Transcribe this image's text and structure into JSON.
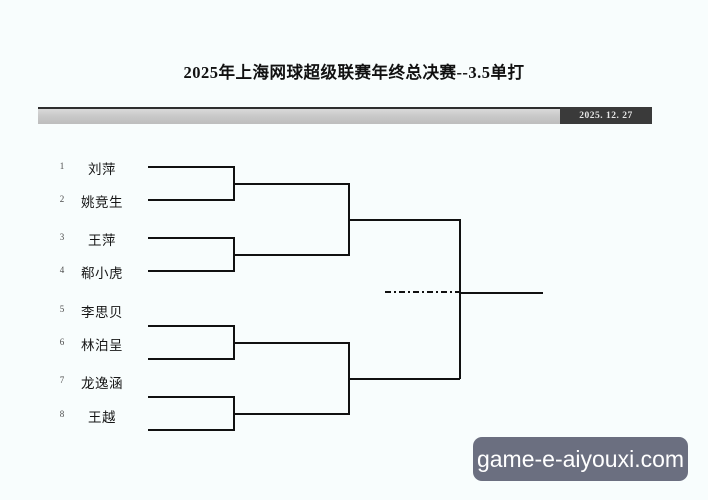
{
  "document": {
    "title": "2025年上海网球超级联赛年终总决赛--3.5单打",
    "date_badge": "2025. 12. 27"
  },
  "bracket": {
    "type": "single-elimination",
    "rounds": 3,
    "participants": [
      {
        "seed": "1",
        "name": "刘萍"
      },
      {
        "seed": "2",
        "name": "姚竞生"
      },
      {
        "seed": "3",
        "name": "王萍"
      },
      {
        "seed": "4",
        "name": "郗小虎"
      },
      {
        "seed": "5",
        "name": "李思贝"
      },
      {
        "seed": "6",
        "name": "林泊呈"
      },
      {
        "seed": "7",
        "name": "龙逸涵"
      },
      {
        "seed": "8",
        "name": "王越"
      }
    ],
    "quarterfinals": [
      {
        "match": "1",
        "players": [
          "刘萍",
          "姚竞生"
        ],
        "winner": ""
      },
      {
        "match": "2",
        "players": [
          "王萍",
          "郗小虎"
        ],
        "winner": ""
      },
      {
        "match": "3",
        "players": [
          "李思贝",
          "林泊呈"
        ],
        "winner": ""
      },
      {
        "match": "4",
        "players": [
          "龙逸涵",
          "王越"
        ],
        "winner": ""
      }
    ],
    "semifinals": [
      {
        "match": "1",
        "winner": ""
      },
      {
        "match": "2",
        "winner": ""
      }
    ],
    "final": {
      "match": "1",
      "winner": ""
    }
  },
  "watermark": {
    "text": "game-e-aiyouxi.com"
  },
  "colors": {
    "background": "#f8fdfd",
    "line": "#111111",
    "bar_dark": "#3a3a3a",
    "bar_light": "#c9c9c9",
    "watermark_bg": "#6b6f80"
  }
}
